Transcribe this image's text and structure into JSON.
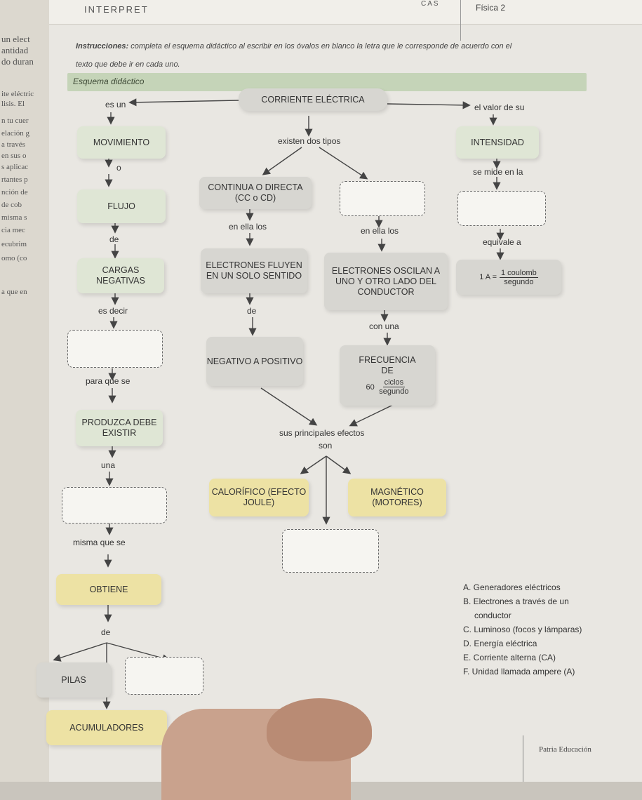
{
  "header": {
    "title_fragment": "INTERPRET",
    "subject": "Física 2",
    "tab_fragment": "CAS"
  },
  "instructions": {
    "lead": "Instrucciones:",
    "text": "completa el esquema didáctico al escribir en los óvalos en blanco la letra que le corresponde de acuerdo con el",
    "text2": "texto que debe ir en cada uno."
  },
  "scheme_title": "Esquema didáctico",
  "left_page_fragments": [
    "un elect",
    "antidad",
    "do duran",
    "ite eléctric",
    "lisis. El",
    "n tu cuer",
    "elación g",
    "a través",
    "en sus o",
    "s aplicac",
    "rtantes p",
    "nción de",
    "de cob",
    "misma s",
    "cia mec",
    "ecubrim",
    "omo (co",
    "a que en"
  ],
  "nodes": {
    "corriente": "CORRIENTE ELÉCTRICA",
    "movimiento": "MOVIMIENTO",
    "intensidad": "INTENSIDAD",
    "continua": "CONTINUA O DIRECTA (CC o CD)",
    "flujo": "FLUJO",
    "cargas": "CARGAS NEGATIVAS",
    "electrones_fluyen": "ELECTRONES FLUYEN EN UN SOLO SENTIDO",
    "electrones_oscilan": "ELECTRONES OSCILAN A UNO Y OTRO LADO DEL CONDUCTOR",
    "formula_lhs": "1 A =",
    "formula_num": "1 coulomb",
    "formula_den": "segundo",
    "negativo": "NEGATIVO A POSITIVO",
    "frecuencia": "FRECUENCIA DE",
    "freq_value": "60",
    "freq_num": "ciclos",
    "freq_den": "segundo",
    "produzca": "PRODUZCA DEBE EXISTIR",
    "calorifico": "CALORÍFICO (EFECTO JOULE)",
    "magnetico": "MAGNÉTICO (MOTORES)",
    "obtiene": "OBTIENE",
    "pilas": "PILAS",
    "acumuladores": "ACUMULADORES"
  },
  "connectors": {
    "es_un": "es un",
    "el_valor": "el valor de su",
    "existen": "existen dos tipos",
    "o": "o",
    "se_mide": "se mide en la",
    "en_ella_1": "en ella los",
    "en_ella_2": "en ella los",
    "de_1": "de",
    "equivale": "equivale a",
    "es_decir": "es decir",
    "de_2": "de",
    "con_una": "con una",
    "para_que": "para que se",
    "sus_efectos": "sus principales efectos",
    "son": "son",
    "una": "una",
    "misma": "misma que se",
    "de_3": "de"
  },
  "options": [
    "A. Generadores eléctricos",
    "B. Electrones a través de un",
    "conductor",
    "C. Luminoso (focos y lámparas)",
    "D. Energía eléctrica",
    "E. Corriente alterna (CA)",
    "F. Unidad llamada ampere (A)"
  ],
  "footer": "Patria Educación",
  "colors": {
    "green_box": "#dfe6d5",
    "gray_box": "#d7d6d1",
    "yellow_box": "#ede2a4",
    "page": "#e9e7e2"
  }
}
